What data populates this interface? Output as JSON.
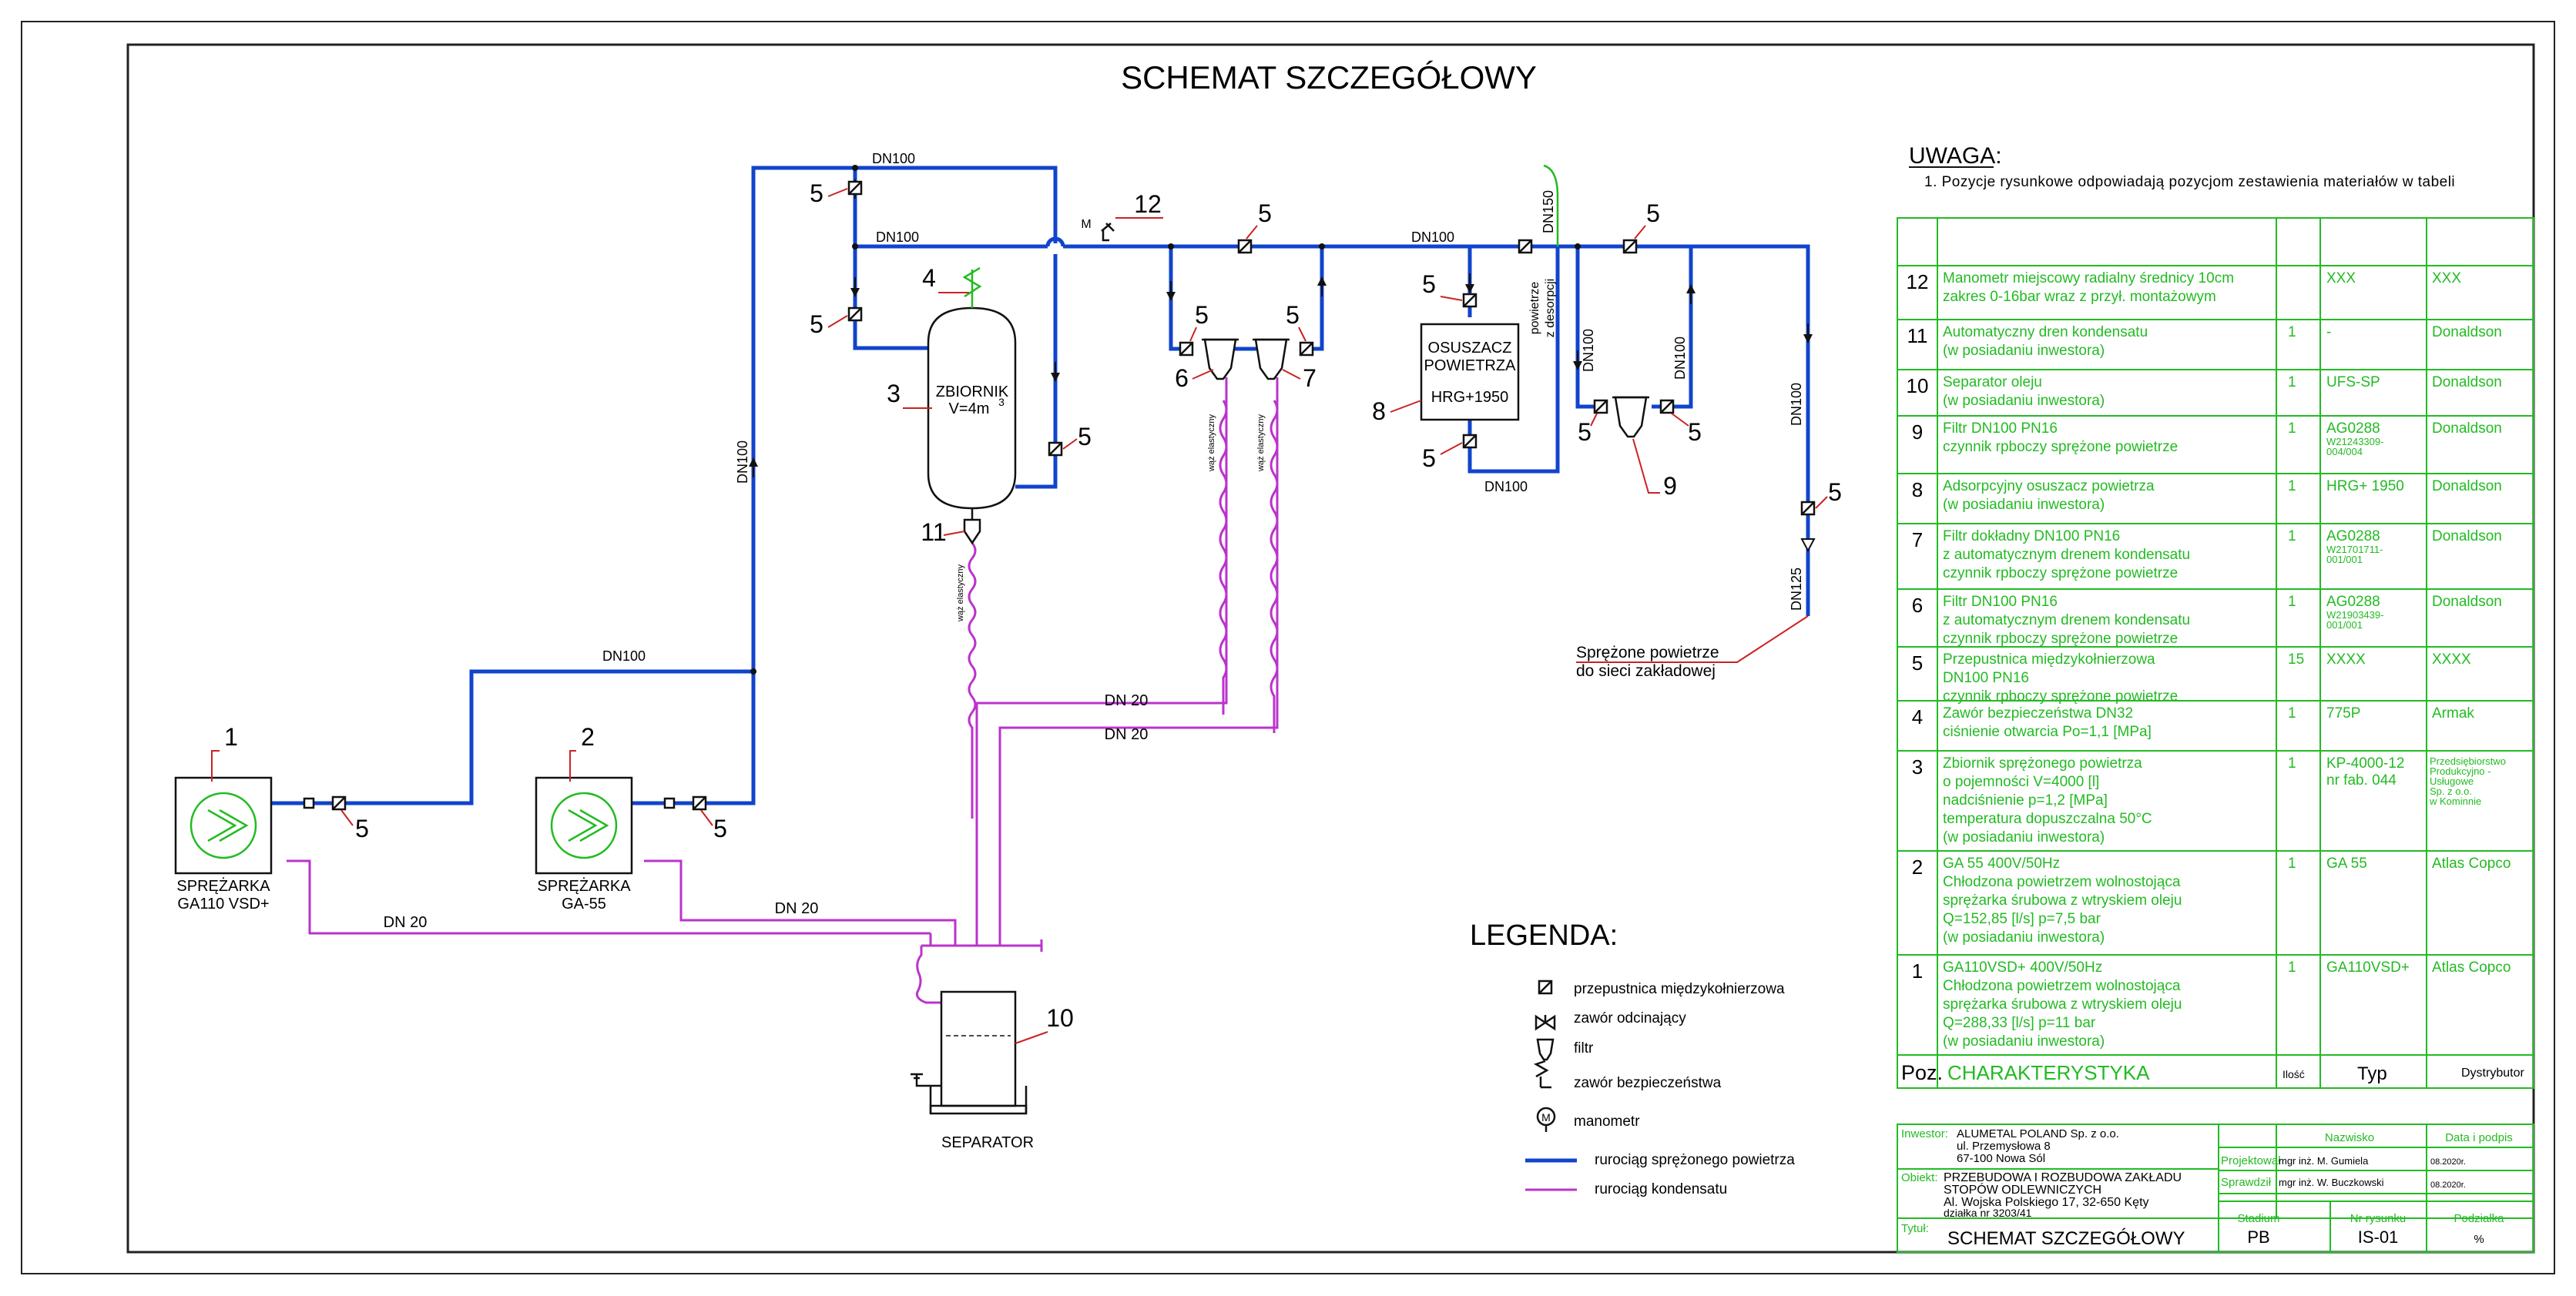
{
  "title": "SCHEMAT SZCZEGÓŁOWY",
  "notes": {
    "heading": "UWAGA:",
    "items": [
      "1. Pozycje rysunkowe odpowiadają pozycjom zestawienia materiałów w tabeli"
    ]
  },
  "equipment": {
    "compressor_1": {
      "pos": "1",
      "line1": "SPRĘŻARKA",
      "line2": "GA110 VSD+"
    },
    "compressor_2": {
      "pos": "2",
      "line1": "SPRĘŻARKA",
      "line2": "GA-55"
    },
    "tank": {
      "pos": "3",
      "line1": "ZBIORNIK",
      "line2": "V=4m",
      "sup": "3"
    },
    "safety_valve_pos": "4",
    "dryer": {
      "pos": "8",
      "line1": "OSUSZACZ",
      "line2": "POWIETRZA",
      "line3": "HRG+1950"
    },
    "separator": {
      "pos": "10",
      "label": "SEPARATOR"
    },
    "drain_pos": "11",
    "manometer": {
      "pos": "12",
      "letter": "M"
    },
    "filter_positions": [
      "6",
      "7",
      "9"
    ],
    "valve_pos": "5"
  },
  "pipe_labels": {
    "dn100": "DN100",
    "dn125": "DN125",
    "dn150": "DN150",
    "dn20": "DN 20",
    "hose": "wąż elastyczny",
    "desorption_1": "powietrze",
    "desorption_2": "z desorpcji",
    "network_1": "Sprężone powietrze",
    "network_2": "do sieci zakładowej"
  },
  "legend": {
    "title": "LEGENDA:",
    "items": [
      "przepustnica międzykołnierzowa",
      "zawór odcinający",
      "filtr",
      "zawór bezpieczeństwa",
      "manometr",
      "rurociąg sprężonego powietrza",
      "rurociąg kondensatu"
    ],
    "manometer_symbol": "M",
    "air_color": "#1144cc",
    "condensate_color": "#bb33cc"
  },
  "parts_table": {
    "rows": [
      {
        "pos": "12",
        "lines": [
          "Manometr miejscowy radialny średnicy 10cm",
          "zakres 0-16bar wraz z przył. montażowym"
        ],
        "qty": "",
        "type": "XXX",
        "type_small": [],
        "dist": "XXX",
        "dist_small": []
      },
      {
        "pos": "11",
        "lines": [
          "Automatyczny dren kondensatu",
          "(w posiadaniu inwestora)"
        ],
        "qty": "1",
        "type": "-",
        "type_small": [],
        "dist": "Donaldson",
        "dist_small": []
      },
      {
        "pos": "10",
        "lines": [
          "Separator oleju",
          "(w posiadaniu inwestora)"
        ],
        "qty": "1",
        "type": "UFS-SP",
        "type_small": [],
        "dist": "Donaldson",
        "dist_small": []
      },
      {
        "pos": "9",
        "lines": [
          "Filtr DN100  PN16",
          "czynnik rpboczy sprężone powietrze"
        ],
        "qty": "1",
        "type": "AG0288",
        "type_small": [
          "W21243309-",
          "004/004"
        ],
        "dist": "Donaldson",
        "dist_small": []
      },
      {
        "pos": "8",
        "lines": [
          "Adsorpcyjny osuszacz powietrza",
          "(w posiadaniu inwestora)"
        ],
        "qty": "1",
        "type": "HRG+ 1950",
        "type_small": [],
        "dist": "Donaldson",
        "dist_small": []
      },
      {
        "pos": "7",
        "lines": [
          "Filtr dokładny DN100  PN16",
          "z automatycznym drenem kondensatu",
          "czynnik rpboczy sprężone powietrze"
        ],
        "qty": "1",
        "type": "AG0288",
        "type_small": [
          "W21701711-",
          "001/001"
        ],
        "dist": "Donaldson",
        "dist_small": []
      },
      {
        "pos": "6",
        "lines": [
          "Filtr DN100  PN16",
          "z automatycznym drenem kondensatu",
          "czynnik rpboczy sprężone powietrze"
        ],
        "qty": "1",
        "type": "AG0288",
        "type_small": [
          "W21903439-",
          "001/001"
        ],
        "dist": "Donaldson",
        "dist_small": []
      },
      {
        "pos": "5",
        "lines": [
          "Przepustnica międzykołnierzowa",
          "DN100  PN16",
          "czynnik rpboczy sprężone powietrze"
        ],
        "qty": "15",
        "type": "XXXX",
        "type_small": [],
        "dist": "XXXX",
        "dist_small": []
      },
      {
        "pos": "4",
        "lines": [
          "Zawór bezpieczeństwa DN32",
          "ciśnienie otwarcia Po=1,1 [MPa]"
        ],
        "qty": "1",
        "type": "775P",
        "type_small": [],
        "dist": "Armak",
        "dist_small": []
      },
      {
        "pos": "3",
        "lines": [
          "Zbiornik sprężonego powietrza",
          "o pojemności V=4000 [l]",
          "nadciśnienie p=1,2 [MPa]",
          "temperatura dopuszczalna 50°C",
          "(w posiadaniu inwestora)"
        ],
        "qty": "1",
        "type": "KP-4000-12",
        "type_small": [],
        "type2": "nr fab. 044",
        "dist": "",
        "dist_small": [
          "Przedsiębiorstwo",
          "Produkcyjno -",
          "Usługowe",
          "Sp. z o.o.",
          "w Kominnie"
        ]
      },
      {
        "pos": "2",
        "lines": [
          "GA 55   400V/50Hz",
          "Chłodzona powietrzem wolnostojąca",
          "sprężarka śrubowa z wtryskiem oleju",
          "Q=152,85 [l/s]    p=7,5 bar",
          "(w posiadaniu inwestora)"
        ],
        "qty": "1",
        "type": "GA 55",
        "type_small": [],
        "dist": "Atlas Copco",
        "dist_small": []
      },
      {
        "pos": "1",
        "lines": [
          "GA110VSD+   400V/50Hz",
          "Chłodzona powietrzem wolnostojąca",
          "sprężarka śrubowa z wtryskiem oleju",
          "Q=288,33 [l/s]    p=11 bar",
          "(w posiadaniu inwestora)"
        ],
        "qty": "1",
        "type": "GA110VSD+",
        "type_small": [],
        "dist": "Atlas Copco",
        "dist_small": []
      }
    ],
    "header": {
      "pos": "Poz.",
      "desc": "CHARAKTERYSTYKA",
      "qty": "Ilość",
      "type": "Typ",
      "dist": "Dystrybutor"
    }
  },
  "title_block": {
    "investor_label": "Inwestor:",
    "investor_lines": [
      "ALUMETAL POLAND Sp. z o.o.",
      "ul. Przemysłowa 8",
      "67-100 Nowa Sól"
    ],
    "object_label": "Obiekt:",
    "object_lines": [
      "PRZEBUDOWA I ROZBUDOWA ZAKŁADU",
      "STOPÓW ODLEWNICZYCH",
      "Al. Wojska Polskiego 17, 32-650 Kęty",
      "działka nr 3203/41"
    ],
    "title_label": "Tytuł:",
    "title_value": "SCHEMAT SZCZEGÓŁOWY",
    "surname_header": "Nazwisko",
    "date_header": "Data i podpis",
    "designed_label": "Projektował",
    "designed_name": "mgr inż. M. Gumiela",
    "designed_date": "08.2020r.",
    "checked_label": "Sprawdził",
    "checked_name": "mgr inż. W. Buczkowski",
    "checked_date": "08.2020r.",
    "stage_label": "Stadium",
    "stage_value": "PB",
    "drawing_no_label": "Nr rysunku",
    "drawing_no_value": "IS-01",
    "scale_label": "Podziałka",
    "scale_value": "%"
  }
}
